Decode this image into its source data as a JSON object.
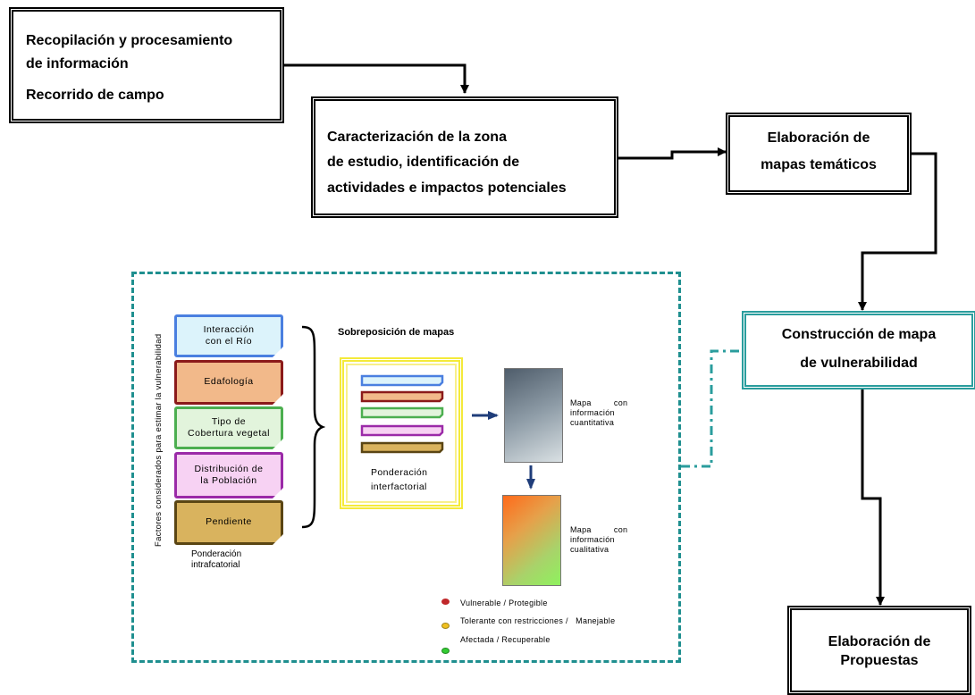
{
  "boxes": {
    "recopilacion": {
      "line1": "Recopilación y procesamiento",
      "line2": "de  información",
      "line3": "Recorrido de campo"
    },
    "caracterizacion": {
      "line1": "Caracterización de la zona",
      "line2": "de estudio, identificación de",
      "line3": "actividades e impactos potenciales"
    },
    "mapas_tematicos": {
      "line1": "Elaboración de",
      "line2": "mapas temáticos"
    },
    "construccion": {
      "line1": "Construcción de mapa",
      "line2": "de vulnerabilidad"
    },
    "propuestas": {
      "line1": "Elaboración de",
      "line2": "Propuestas"
    }
  },
  "panel": {
    "vertical_label": "Factores considerados para estimar  la  vulnerabilidad",
    "factors": [
      {
        "line1": "Interacción",
        "line2": "con el Río",
        "border": "#4a7fe0",
        "fill": "#dcf3fb"
      },
      {
        "line1": "Edafología",
        "line2": "",
        "border": "#8b1a1a",
        "fill": "#f2b98a"
      },
      {
        "line1": "Tipo de",
        "line2": "Cobertura vegetal",
        "border": "#4caf50",
        "fill": "#e2f4dc"
      },
      {
        "line1": "Distribución de",
        "line2": "la  Población",
        "border": "#9b2aa8",
        "fill": "#f7d2f3"
      },
      {
        "line1": "Pendiente",
        "line2": "",
        "border": "#5a4513",
        "fill": "#d9b35e"
      }
    ],
    "intra_label_1": "Ponderación",
    "intra_label_2": "intrafcatorial",
    "overlay_title": "Sobreposición de mapas",
    "inter_label_1": "Ponderación",
    "inter_label_2": "interfactorial",
    "map_quant": {
      "line1": "Mapa         con",
      "line2": "información",
      "line3": "cuantitativa"
    },
    "map_qual": {
      "line1": "Mapa         con",
      "line2": "información",
      "line3": "cualitativa"
    },
    "legend": [
      {
        "label": "Vulnerable / Protegible",
        "color": "#c0282a"
      },
      {
        "label": "Tolerante con restricciones /   Manejable",
        "color": "#f0c020"
      },
      {
        "label": "Afectada / Recuperable",
        "color": "#33cc33"
      }
    ]
  },
  "colors": {
    "panel_border": "#1f8f8f",
    "construccion_border": "#2a9d9d",
    "arrow_blue": "#1f3d7a"
  }
}
